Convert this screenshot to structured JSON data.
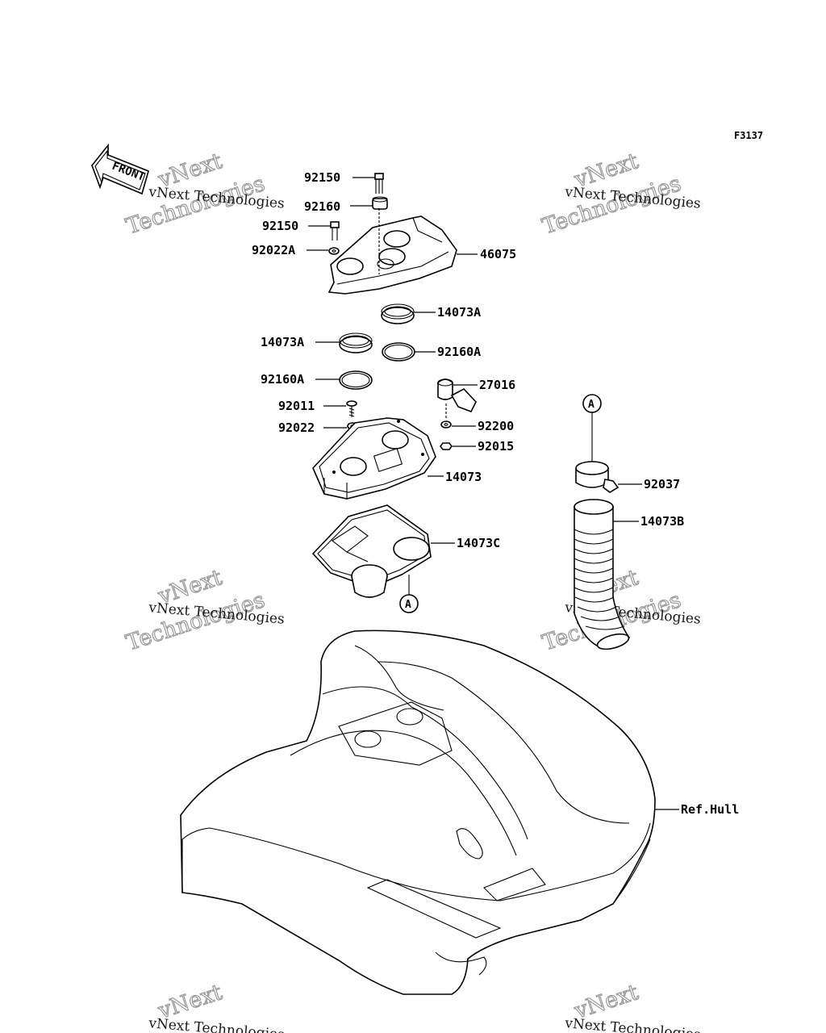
{
  "figure_code": "F3137",
  "front_label": "FRONT",
  "watermark": {
    "top_line": "vNext",
    "bottom_line": "Technologies",
    "caption": "vNext Technologies"
  },
  "callout_a": "A",
  "parts": {
    "p92150_top": "92150",
    "p92160": "92160",
    "p92150_mid": "92150",
    "p92022A": "92022A",
    "p46075": "46075",
    "p14073A_right": "14073A",
    "p14073A_left": "14073A",
    "p92160A_right": "92160A",
    "p92160A_left": "92160A",
    "p27016": "27016",
    "p92011": "92011",
    "p92022": "92022",
    "p92200": "92200",
    "p92015": "92015",
    "p14073": "14073",
    "p92037": "92037",
    "p14073B": "14073B",
    "p14073C": "14073C",
    "ref_hull": "Ref.Hull"
  }
}
